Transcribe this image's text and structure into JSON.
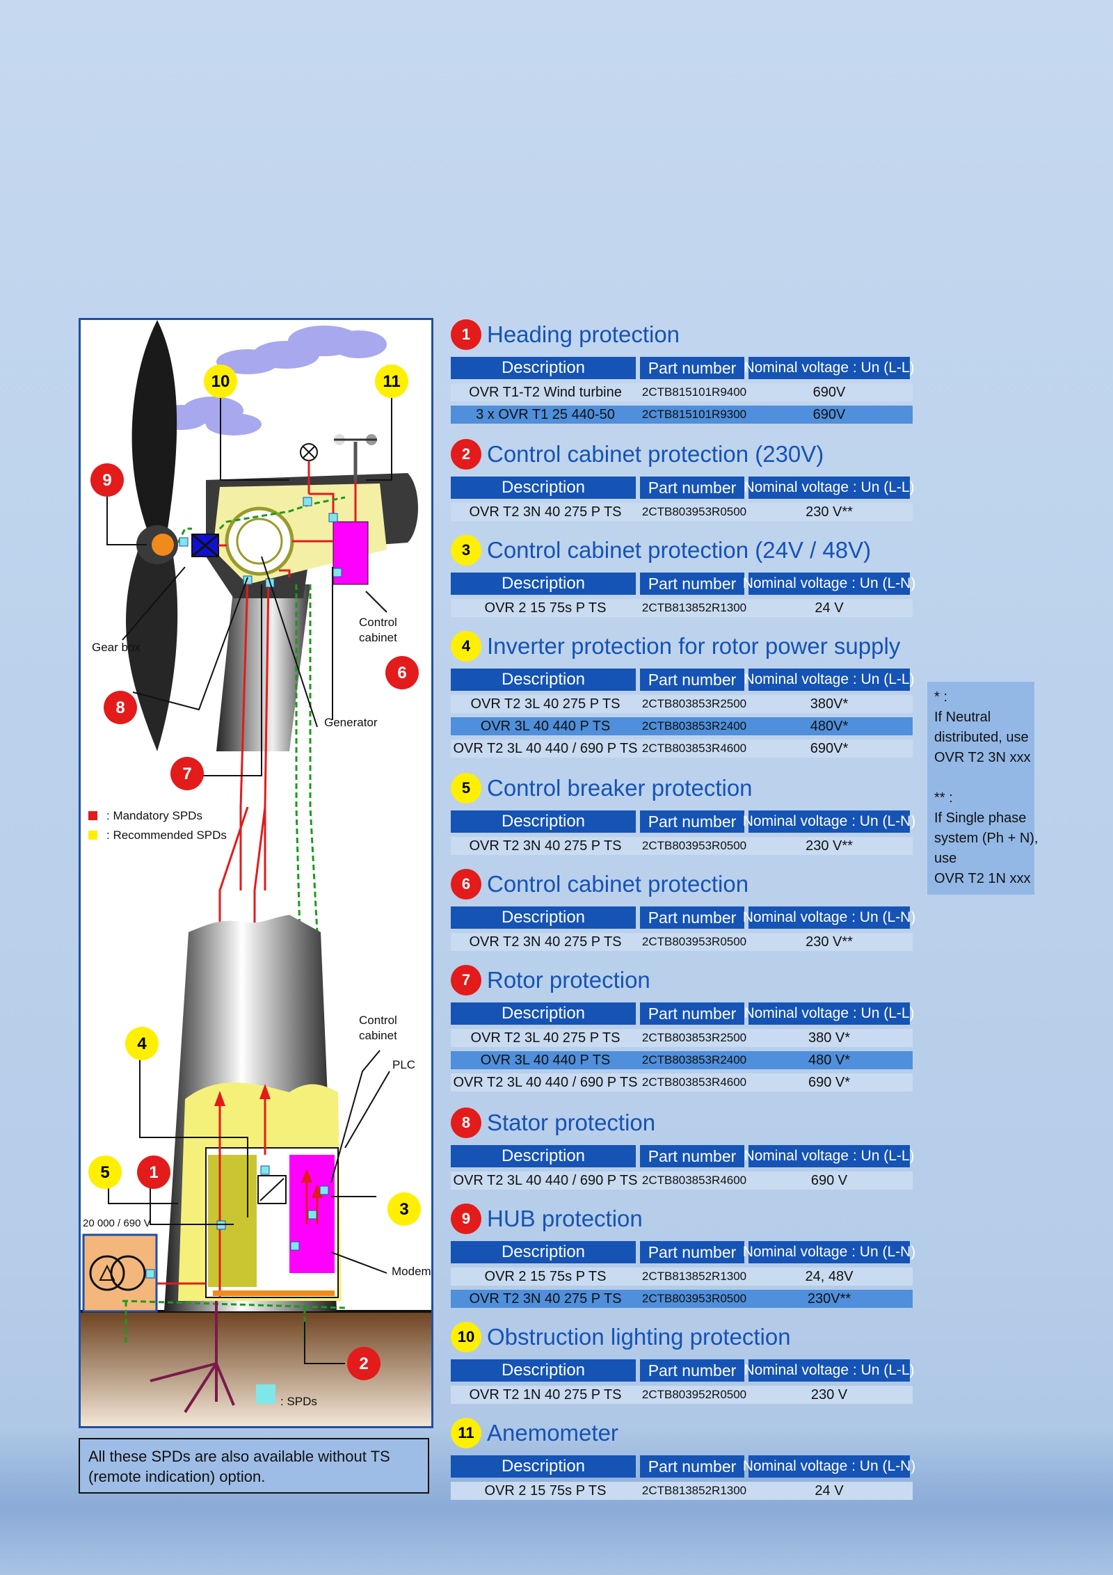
{
  "diagram": {
    "labels": {
      "gear_box": "Gear box",
      "generator": "Generator",
      "control_cabinet_top": "Control\ncabinet",
      "control_cabinet_bottom": "Control\ncabinet",
      "plc": "PLC",
      "modem": "Modem",
      "transformer": "20 000 / 690 V",
      "spds": ": SPDs"
    },
    "legend": {
      "mandatory": ": Mandatory SPDs",
      "recommended": ": Recommended SPDs",
      "mandatory_color": "#e31b1b",
      "recommended_color": "#ffef00",
      "spd_color": "#7fe6ea"
    },
    "markers": [
      "10",
      "11",
      "9",
      "6",
      "8",
      "7",
      "4",
      "5",
      "1",
      "3",
      "2"
    ]
  },
  "note": "All these SPDs are also available without TS (remote indication) option.",
  "side_note": {
    "lines": [
      "* :",
      "If Neutral",
      "distributed, use",
      "OVR T2 3N xxx",
      "",
      "** :",
      "If Single phase",
      "system (Ph + N),",
      "use",
      "OVR T2 1N xxx"
    ]
  },
  "headers": {
    "description": "Description",
    "part_number": "Part number",
    "voltage_ll": "Nominal voltage : Un (L-L)",
    "voltage_ln": "Nominal voltage : Un (L-N)"
  },
  "sections": [
    {
      "num": "1",
      "color": "red",
      "title": "Heading protection",
      "voltage_header": "Nominal voltage : Un (L-L)",
      "rows": [
        {
          "desc": "OVR T1-T2 Wind turbine",
          "part": "2CTB815101R9400",
          "voltage": "690V",
          "shade": "light"
        },
        {
          "desc": "3 x OVR T1 25 440-50",
          "part": "2CTB815101R9300",
          "voltage": "690V",
          "shade": "dark"
        }
      ]
    },
    {
      "num": "2",
      "color": "red",
      "title": "Control cabinet protection (230V)",
      "voltage_header": "Nominal voltage : Un (L-L)",
      "rows": [
        {
          "desc": "OVR T2 3N 40 275 P TS",
          "part": "2CTB803953R0500",
          "voltage": "230 V**",
          "shade": "light"
        }
      ]
    },
    {
      "num": "3",
      "color": "yellow",
      "title": "Control cabinet protection (24V / 48V)",
      "voltage_header": "Nominal voltage : Un (L-N)",
      "rows": [
        {
          "desc": "OVR 2 15 75s P TS",
          "part": "2CTB813852R1300",
          "voltage": "24 V",
          "shade": "light"
        }
      ]
    },
    {
      "num": "4",
      "color": "yellow",
      "title": "Inverter protection for rotor power supply",
      "voltage_header": "Nominal voltage : Un (L-L)",
      "rows": [
        {
          "desc": "OVR T2 3L 40 275 P TS",
          "part": "2CTB803853R2500",
          "voltage": "380V*",
          "shade": "light"
        },
        {
          "desc": "OVR 3L 40 440 P TS",
          "part": "2CTB803853R2400",
          "voltage": "480V*",
          "shade": "dark"
        },
        {
          "desc": "OVR T2 3L 40 440 / 690 P TS",
          "part": "2CTB803853R4600",
          "voltage": "690V*",
          "shade": "light"
        }
      ]
    },
    {
      "num": "5",
      "color": "yellow",
      "title": "Control breaker protection",
      "voltage_header": "Nominal voltage : Un (L-N)",
      "rows": [
        {
          "desc": "OVR T2 3N 40 275 P TS",
          "part": "2CTB803953R0500",
          "voltage": "230 V**",
          "shade": "light"
        }
      ]
    },
    {
      "num": "6",
      "color": "red",
      "title": "Control cabinet protection",
      "voltage_header": "Nominal voltage : Un (L-N)",
      "rows": [
        {
          "desc": "OVR T2 3N 40 275 P TS",
          "part": "2CTB803953R0500",
          "voltage": "230 V**",
          "shade": "light"
        }
      ]
    },
    {
      "num": "7",
      "color": "red",
      "title": "Rotor protection",
      "voltage_header": "Nominal voltage : Un (L-L)",
      "rows": [
        {
          "desc": "OVR T2 3L 40 275 P TS",
          "part": "2CTB803853R2500",
          "voltage": "380 V*",
          "shade": "light"
        },
        {
          "desc": "OVR 3L 40 440 P TS",
          "part": "2CTB803853R2400",
          "voltage": "480 V*",
          "shade": "dark"
        },
        {
          "desc": "OVR T2 3L 40 440 / 690 P TS",
          "part": "2CTB803853R4600",
          "voltage": "690 V*",
          "shade": "light"
        }
      ]
    },
    {
      "num": "8",
      "color": "red",
      "title": "Stator protection",
      "voltage_header": "Nominal voltage : Un (L-L)",
      "rows": [
        {
          "desc": "OVR T2 3L 40 440 / 690 P TS",
          "part": "2CTB803853R4600",
          "voltage": "690 V",
          "shade": "light"
        }
      ]
    },
    {
      "num": "9",
      "color": "red",
      "title": "HUB protection",
      "voltage_header": "Nominal voltage : Un (L-N)",
      "rows": [
        {
          "desc": "OVR 2 15 75s P TS",
          "part": "2CTB813852R1300",
          "voltage": "24, 48V",
          "shade": "light"
        },
        {
          "desc": "OVR T2 3N 40 275 P TS",
          "part": "2CTB803953R0500",
          "voltage": "230V**",
          "shade": "dark"
        }
      ]
    },
    {
      "num": "10",
      "color": "yellow",
      "title": "Obstruction lighting protection",
      "voltage_header": "Nominal voltage : Un (L-L)",
      "rows": [
        {
          "desc": "OVR T2 1N 40 275 P TS",
          "part": "2CTB803952R0500",
          "voltage": "230 V",
          "shade": "light"
        }
      ]
    },
    {
      "num": "11",
      "color": "yellow",
      "title": "Anemometer",
      "voltage_header": "Nominal voltage : Un (L-N)",
      "rows": [
        {
          "desc": "OVR 2 15 75s P TS",
          "part": "2CTB813852R1300",
          "voltage": "24 V",
          "shade": "light"
        }
      ]
    }
  ]
}
